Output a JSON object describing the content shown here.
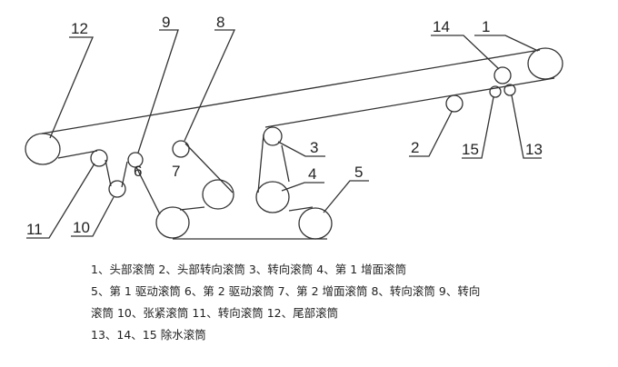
{
  "diagram": {
    "labels": {
      "n1": "1",
      "n2": "2",
      "n3": "3",
      "n4": "4",
      "n5": "5",
      "n6": "6",
      "n7": "7",
      "n8": "8",
      "n9": "9",
      "n10": "10",
      "n11": "11",
      "n12": "12",
      "n13": "13",
      "n14": "14",
      "n15": "15"
    },
    "legend": {
      "line1": "1、头部滚筒   2、头部转向滚筒   3、转向滚筒   4、第 1 增面滚筒",
      "line2": "5、第 1 驱动滚筒   6、第 2 驱动滚筒   7、第 2 增面滚筒   8、转向滚筒   9、转向",
      "line3": "滚筒   10、张紧滚筒  11、转向滚筒   12、尾部滚筒",
      "line4": "13、14、15 除水滚筒"
    }
  }
}
